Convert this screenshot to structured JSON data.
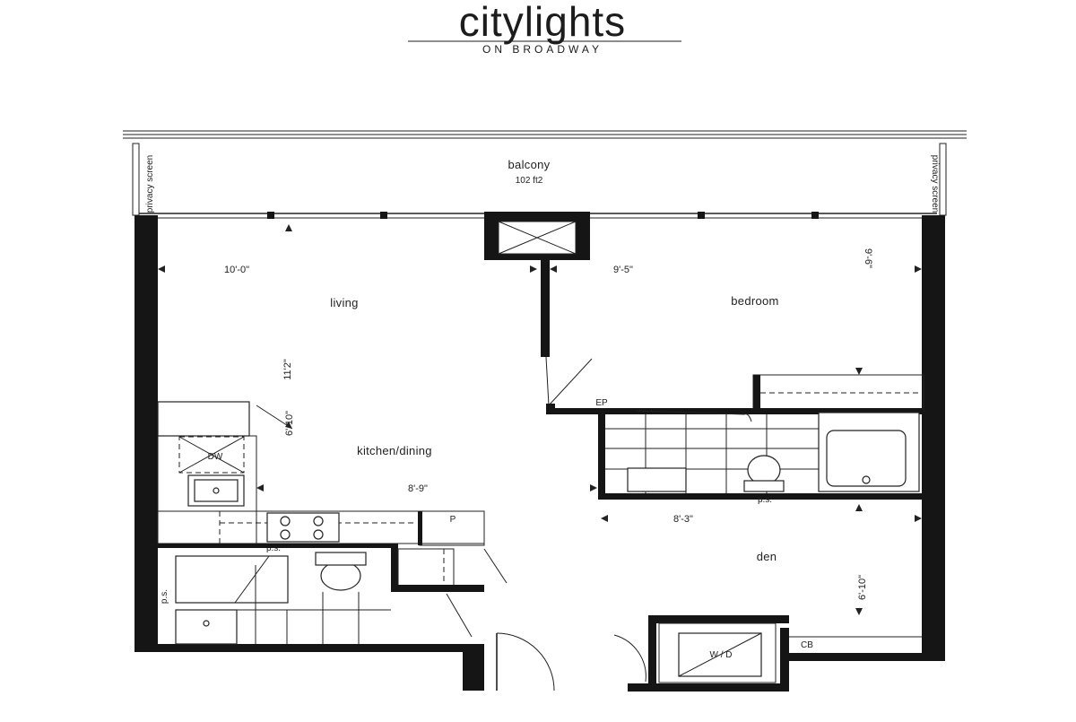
{
  "logo": {
    "name": "citylights",
    "tagline": "ON BROADWAY"
  },
  "balcony": {
    "label": "balcony",
    "area": "102 ft2",
    "privacy_screen": "privacy screen"
  },
  "rooms": {
    "living": "living",
    "bedroom": "bedroom",
    "kitchen_dining": "kitchen/dining",
    "den": "den"
  },
  "dimensions": {
    "living_width": "10'-0\"",
    "living_depth": "11'2\"",
    "bedroom_width": "9'-5\"",
    "bedroom_depth": "9'-6\"",
    "kitchen_width": "8'-9\"",
    "kitchen_depth": "6'-10\"",
    "den_width": "8'-3\"",
    "den_depth": "6'-10\""
  },
  "fixtures": {
    "ep": "EP",
    "dw": "DW",
    "pantry": "P",
    "ps": "p.s.",
    "washer_dryer": "W / D",
    "cb": "CB"
  }
}
